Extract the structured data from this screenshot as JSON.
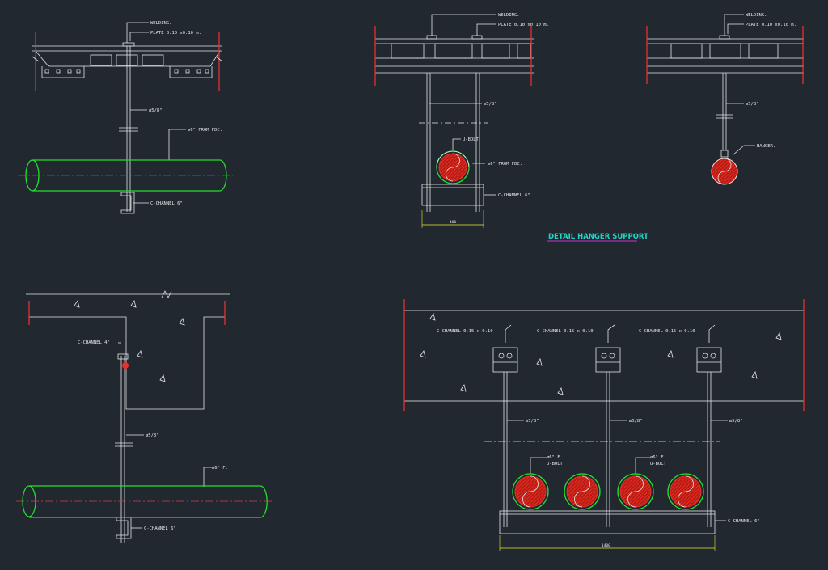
{
  "title": "DETAIL HANGER SUPPORT",
  "colors": {
    "background": "#212830",
    "line": "#e6e6e6",
    "pipe": "#22e02a",
    "hatch": "#e5281e",
    "centerline": "#c84040",
    "dimension": "#e8e830",
    "title": "#22d4c4",
    "underline": "#d030d0"
  },
  "detail_a": {
    "welding": "WELDING.",
    "plate": "PLATE 0.10 x0.10 m.",
    "rod": "ø5/8\"",
    "pipe": "ø6\" FROM FDC.",
    "channel": "C-CHANNEL 6\""
  },
  "detail_b": {
    "welding": "WELDING.",
    "plate": "PLATE 0.10 x0.10 m.",
    "rod": "ø5/8\"",
    "ubolt": "U-BOLT",
    "pipe": "ø6\" FROM FDC.",
    "channel": "C-CHANNEL 6\"",
    "dimension": "400"
  },
  "detail_c": {
    "welding": "WELDING.",
    "plate": "PLATE 0.10 x0.10 m.",
    "rod": "ø5/8\"",
    "hanger": "HANGER."
  },
  "detail_d": {
    "channel_top": "C-CHANNEL 4\"",
    "rod": "ø5/8\"",
    "pipe": "ø6\" F.",
    "channel_bottom": "C-CHANNEL 6\""
  },
  "detail_e": {
    "channel_1": "C-CHANNEL 0.15 x 0.10",
    "channel_2": "C-CHANNEL 0.15 x 0.10",
    "channel_3": "C-CHANNEL 0.15 x 0.10",
    "rod_1": "ø5/8\"",
    "rod_2": "ø5/8\"",
    "rod_3": "ø5/8\"",
    "pipe_1": "ø6\" F.",
    "ubolt_1": "U-BOLT",
    "pipe_2": "ø6\" F.",
    "ubolt_2": "U-BOLT",
    "channel_bottom": "C-CHANNEL 6\"",
    "dimension": "1400"
  }
}
